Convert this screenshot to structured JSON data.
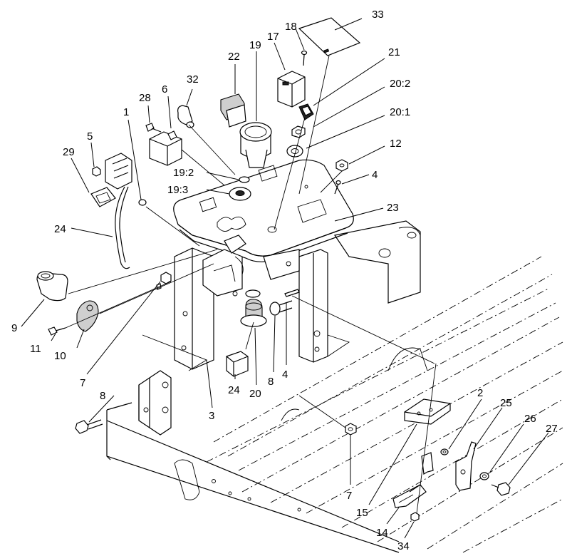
{
  "callouts": [
    {
      "id": "c33",
      "text": "33"
    },
    {
      "id": "c18",
      "text": "18"
    },
    {
      "id": "c17",
      "text": "17"
    },
    {
      "id": "c21",
      "text": "21"
    },
    {
      "id": "c22",
      "text": "22"
    },
    {
      "id": "c19",
      "text": "19"
    },
    {
      "id": "c20_2",
      "text": "20:2"
    },
    {
      "id": "c32",
      "text": "32"
    },
    {
      "id": "c28",
      "text": "28"
    },
    {
      "id": "c6",
      "text": "6"
    },
    {
      "id": "c20_1",
      "text": "20:1"
    },
    {
      "id": "c1",
      "text": "1"
    },
    {
      "id": "c5",
      "text": "5"
    },
    {
      "id": "c12",
      "text": "12"
    },
    {
      "id": "c29",
      "text": "29"
    },
    {
      "id": "c19_2",
      "text": "19:2"
    },
    {
      "id": "c4a",
      "text": "4"
    },
    {
      "id": "c19_3",
      "text": "19:3"
    },
    {
      "id": "c23",
      "text": "23"
    },
    {
      "id": "c24a",
      "text": "24"
    },
    {
      "id": "c9",
      "text": "9"
    },
    {
      "id": "c11",
      "text": "11"
    },
    {
      "id": "c10",
      "text": "10"
    },
    {
      "id": "c7a",
      "text": "7"
    },
    {
      "id": "c8a",
      "text": "8"
    },
    {
      "id": "c4b",
      "text": "4"
    },
    {
      "id": "c24b",
      "text": "24"
    },
    {
      "id": "c20",
      "text": "20"
    },
    {
      "id": "c3",
      "text": "3"
    },
    {
      "id": "c8b",
      "text": "8"
    },
    {
      "id": "c2",
      "text": "2"
    },
    {
      "id": "c25",
      "text": "25"
    },
    {
      "id": "c26",
      "text": "26"
    },
    {
      "id": "c27",
      "text": "27"
    },
    {
      "id": "c7b",
      "text": "7"
    },
    {
      "id": "c15",
      "text": "15"
    },
    {
      "id": "c14",
      "text": "14"
    },
    {
      "id": "c34",
      "text": "34"
    }
  ]
}
